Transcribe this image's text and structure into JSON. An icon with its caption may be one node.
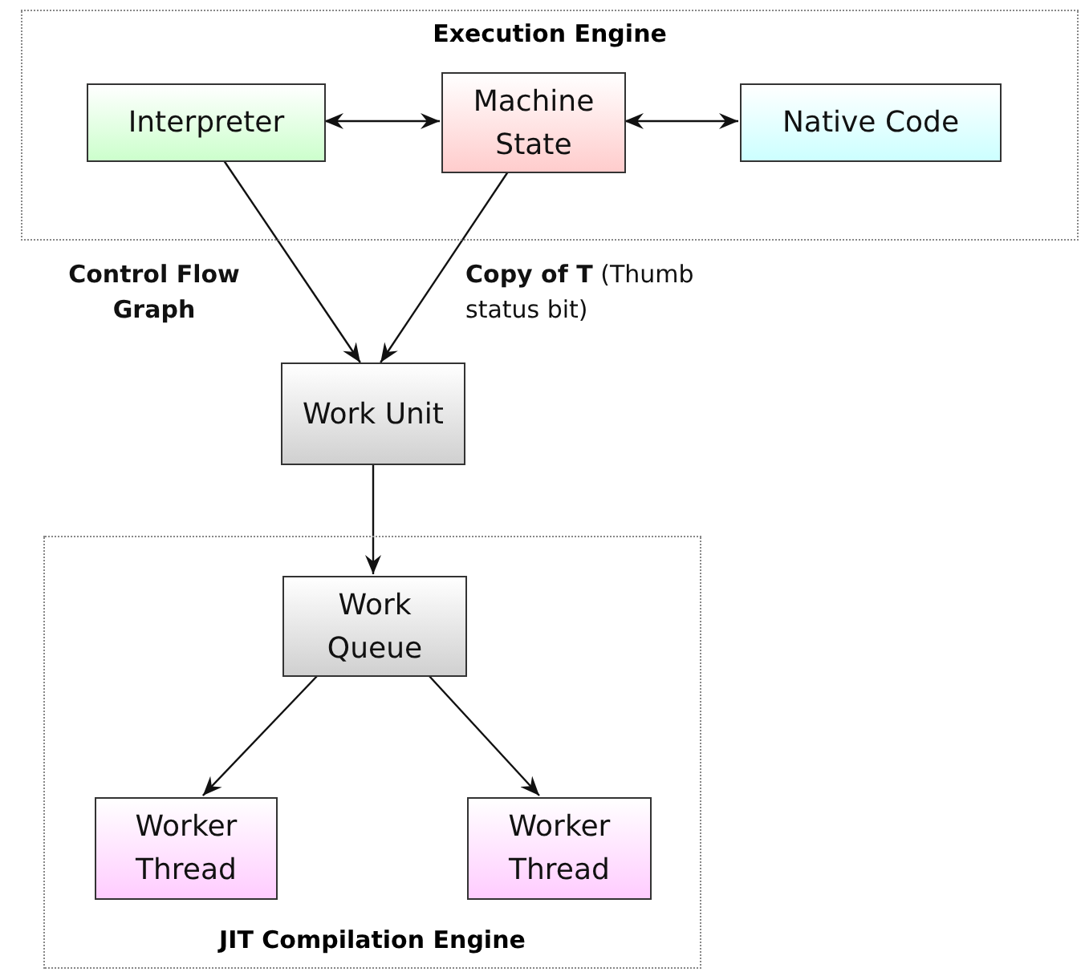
{
  "diagram": {
    "nodes": [
      {
        "text": [
          "Execution Engine"
        ]
      },
      {
        "text": [
          "Interpreter"
        ],
        "in": 0
      },
      {
        "text": [
          "Machine State"
        ],
        "in": 0
      },
      {
        "text": [
          "Native Code"
        ],
        "in": 0
      },
      {
        "text": [
          "Work Unit"
        ]
      },
      {
        "text": [
          "JIT Compilation Engine"
        ]
      },
      {
        "text": [
          "Work Queue"
        ],
        "in": 5
      },
      {
        "text": [
          "Worker Thread"
        ],
        "in": 5
      },
      {
        "text": [
          "Worker Thread"
        ],
        "in": 5
      }
    ],
    "edges": [
      {
        "from": 1,
        "to": 2,
        "arrow": "both"
      },
      {
        "from": 2,
        "to": 3,
        "arrow": "both"
      },
      {
        "from": 1,
        "to": 4,
        "arrow": "to",
        "label": "Control Flow Graph"
      },
      {
        "from": 2,
        "to": 4,
        "arrow": "to",
        "label": "**Copy of T** (Thumb status bit)"
      },
      {
        "from": 4,
        "to": 6,
        "arrow": "to"
      },
      {
        "from": 6,
        "to": 7,
        "arrow": "to"
      },
      {
        "from": 6,
        "to": 8,
        "arrow": "to"
      }
    ]
  }
}
